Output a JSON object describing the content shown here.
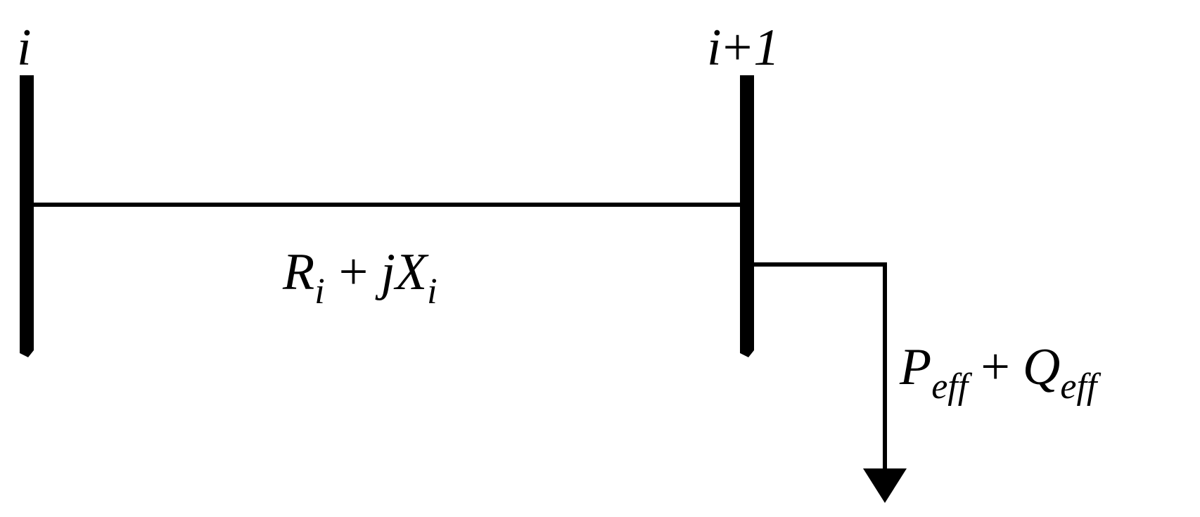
{
  "buses": [
    {
      "id": "bus-i",
      "label": "i"
    },
    {
      "id": "bus-i-plus-1",
      "label_var": "i",
      "label_op": "+",
      "label_num": "1"
    }
  ],
  "line": {
    "impedance": {
      "r_symbol": "R",
      "r_sub": "i",
      "plus": "+",
      "j": "j",
      "x_symbol": "X",
      "x_sub": "i"
    }
  },
  "load": {
    "p_symbol": "P",
    "p_sub": "eff",
    "plus": "+",
    "q_symbol": "Q",
    "q_sub": "eff"
  },
  "colors": {
    "ink": "#000000",
    "background": "#ffffff"
  }
}
